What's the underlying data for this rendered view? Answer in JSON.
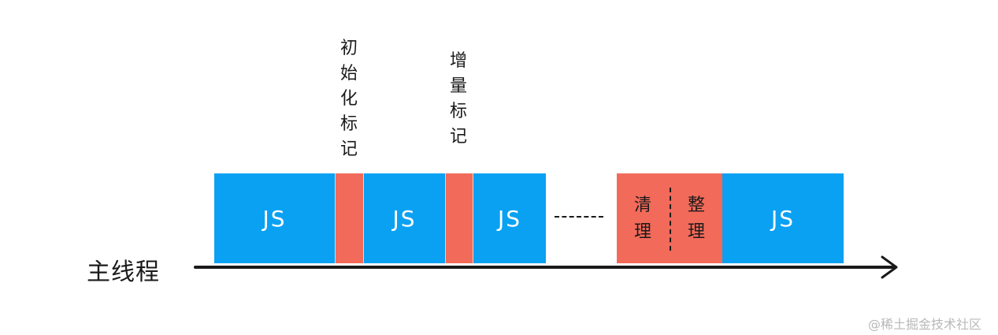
{
  "top_labels": {
    "initial_marking": "初始化标记",
    "incremental_marking": "增量标记"
  },
  "blocks": {
    "js_1": "JS",
    "js_2": "JS",
    "js_3": "JS",
    "js_4": "JS",
    "cleanup": "清理",
    "compact": "整理"
  },
  "axis": {
    "label": "主线程"
  },
  "watermark": "@稀土掘金技术社区",
  "colors": {
    "js_block": "#0aa1f2",
    "gc_block": "#f26a5a",
    "text": "#1a1a1a"
  }
}
